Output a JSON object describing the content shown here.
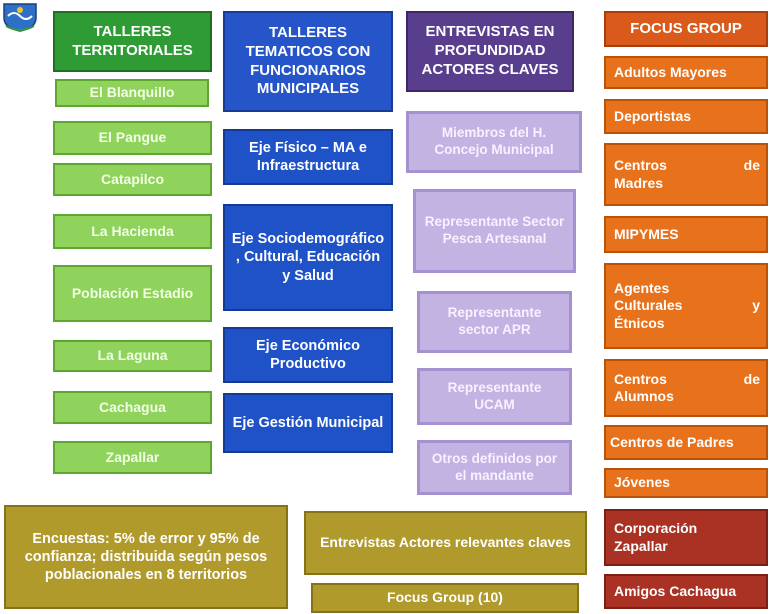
{
  "logo": {
    "icon": "municipal-seal-icon"
  },
  "talleres_territoriales": {
    "header": "TALLERES TERRITORIALES",
    "items": [
      "El Blanquillo",
      "El Pangue",
      "Catapilco",
      "La Hacienda",
      "Población Estadio",
      "La Laguna",
      "Cachagua",
      "Zapallar"
    ]
  },
  "talleres_tematicos": {
    "header": "TALLERES TEMATICOS CON FUNCIONARIOS MUNICIPALES",
    "items": [
      "Eje Físico – MA e Infraestructura",
      "Eje Sociodemográfico , Cultural, Educación y Salud",
      "Eje Económico Productivo",
      "Eje Gestión Municipal"
    ]
  },
  "entrevistas": {
    "header": "ENTREVISTAS EN PROFUNDIDAD ACTORES CLAVES",
    "items": [
      "Miembros del H. Concejo Municipal",
      "Representante Sector Pesca Artesanal",
      "Representante sector APR",
      "Representante UCAM",
      "Otros definidos por el mandante"
    ]
  },
  "focus_group": {
    "header": "FOCUS GROUP",
    "items": {
      "adultos": "Adultos Mayores",
      "deportistas": "Deportistas",
      "centros_madres_a": "Centros",
      "centros_madres_b": "de",
      "centros_madres_c": "Madres",
      "mipymes": "MIPYMES",
      "agentes_a": "Agentes",
      "agentes_b": "Culturales",
      "agentes_c": "y",
      "agentes_d": "Étnicos",
      "alumnos_a": "Centros",
      "alumnos_b": "de",
      "alumnos_c": "Alumnos",
      "padres": "Centros de Padres",
      "jovenes": "Jóvenes",
      "corporacion_a": "Corporación",
      "corporacion_b": "Zapallar",
      "amigos": "Amigos Cachagua"
    }
  },
  "bottom": {
    "encuestas": "Encuestas: 5% de error y 95% de confianza; distribuida según pesos poblacionales en 8 territorios",
    "entrevistas_actores": "Entrevistas  Actores relevantes claves",
    "focus_group_count": "Focus Group (10)"
  }
}
